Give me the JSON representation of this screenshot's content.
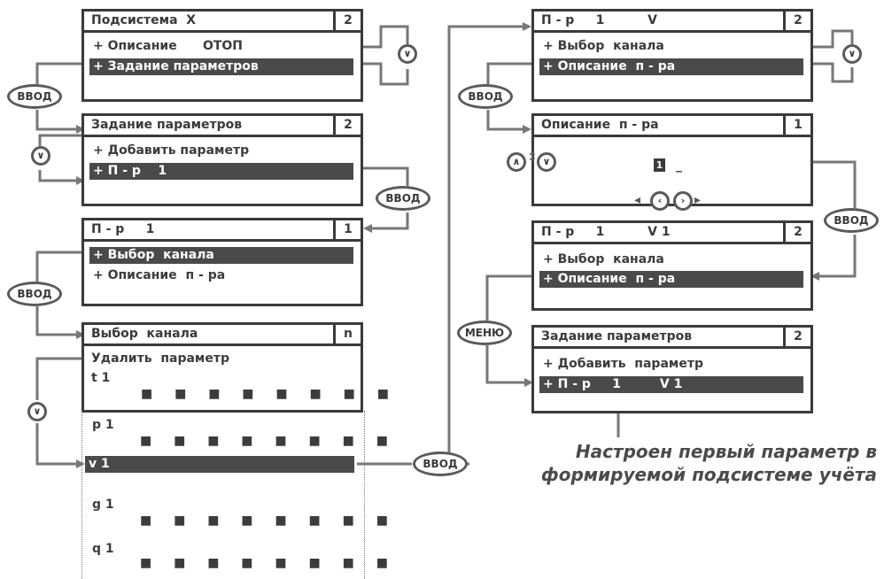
{
  "screens": {
    "subsystem": {
      "title": "Подсистема  Х",
      "num": "2",
      "items": [
        "+ Описание      ОТОП",
        "+ Задание параметров"
      ]
    },
    "params": {
      "title": "Задание параметров",
      "num": "2",
      "items": [
        "+ Добавить параметр",
        "+ П - р    1"
      ]
    },
    "param1": {
      "title": "П - р     1",
      "num": "1",
      "items": [
        "+ Выбор  канала",
        "+ Описание  п - ра"
      ]
    },
    "channel": {
      "title": "Выбор  канала",
      "num": "n",
      "delete": "Удалить  параметр",
      "rows": [
        "t 1",
        "p 1",
        "v 1",
        "g 1",
        "q 1"
      ]
    },
    "param1v": {
      "title": "П - р     1          V",
      "num": "2",
      "items": [
        "+ Выбор  канала",
        "+ Описание  п - ра"
      ]
    },
    "descr": {
      "title": "Описание  п - ра",
      "num": "1",
      "cursor": "1",
      "underscore": "_"
    },
    "param1v1": {
      "title": "П - р     1          V 1",
      "num": "2",
      "items": [
        "+ Выбор  канала",
        "+ Описание  п - ра"
      ]
    },
    "params2": {
      "title": "Задание параметров",
      "num": "2",
      "items": [
        "+ Добавить  параметр",
        "+ П - р     1         V 1"
      ]
    }
  },
  "buttons": {
    "enter": "ВВОД",
    "menu": "МЕНЮ"
  },
  "dots": "■ ■ ■ ■ ■ ■ ■ ■",
  "note": {
    "line1": "Настроен первый параметр в",
    "line2": "формируемой подсистеме учёта"
  },
  "icons": {
    "down": "chevron-down-icon",
    "up": "chevron-up-icon",
    "left": "chevron-left-icon",
    "right": "chevron-right-icon"
  }
}
